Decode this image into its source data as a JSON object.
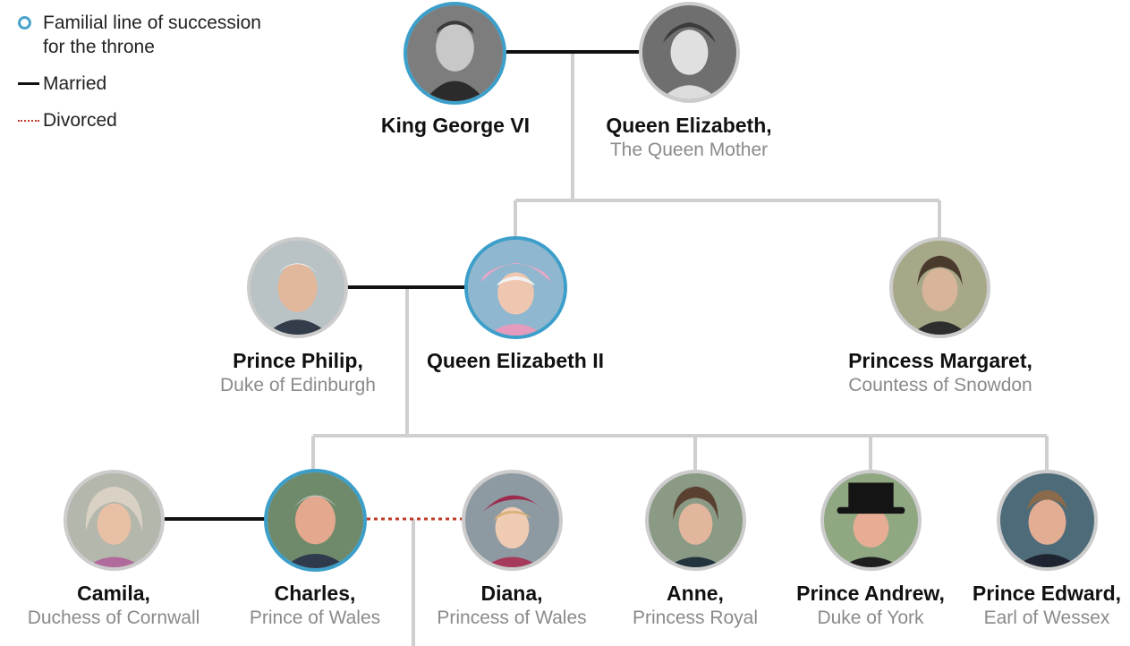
{
  "legend": {
    "succession": "Familial line of succession for the throne",
    "succession_line1": "Familial line of succession",
    "succession_line2": "for the throne",
    "married": "Married",
    "divorced": "Divorced"
  },
  "colors": {
    "succession_ring": "#3c9fca",
    "other_ring": "#cccccc",
    "married_line": "#111111",
    "divorced_line": "#c0392b",
    "tree_line": "#cfcfcf"
  },
  "people": {
    "george": {
      "name": "King George VI",
      "title": "",
      "in_line": true
    },
    "elizabeth_qm": {
      "name": "Queen Elizabeth,",
      "title": "The Queen Mother",
      "in_line": false
    },
    "philip": {
      "name": "Prince Philip,",
      "title": "Duke of Edinburgh",
      "in_line": false
    },
    "elizabeth2": {
      "name": "Queen Elizabeth II",
      "title": "",
      "in_line": true
    },
    "margaret": {
      "name": "Princess Margaret,",
      "title": "Countess of Snowdon",
      "in_line": false
    },
    "camila": {
      "name": "Camila,",
      "title": "Duchess of Cornwall",
      "in_line": false
    },
    "charles": {
      "name": "Charles,",
      "title": "Prince of Wales",
      "in_line": true
    },
    "diana": {
      "name": "Diana,",
      "title": "Princess of Wales",
      "in_line": false
    },
    "anne": {
      "name": "Anne,",
      "title": "Princess Royal",
      "in_line": false
    },
    "andrew": {
      "name": "Prince Andrew,",
      "title": "Duke of York",
      "in_line": false
    },
    "edward": {
      "name": "Prince Edward,",
      "title": "Earl of Wessex",
      "in_line": false
    }
  }
}
